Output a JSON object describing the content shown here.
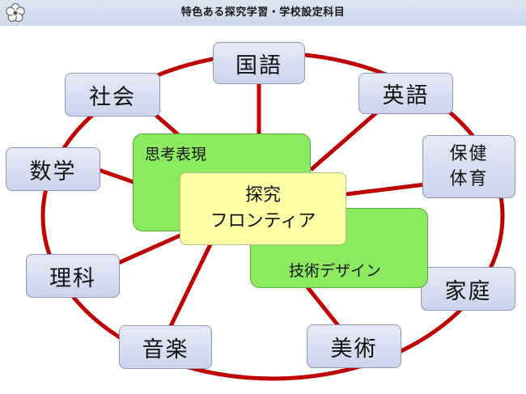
{
  "header": {
    "title": "特色ある探究学習・学校設定科目"
  },
  "colors": {
    "ring": "#c00000",
    "subject_box": "#d8ddf1",
    "skill_box": "#8cea5e",
    "core_box": "#ffffa6"
  },
  "subjects": {
    "kokugo": "国語",
    "eigo": "英語",
    "hoken_taiiku": "保健\n体育",
    "katei": "家庭",
    "bijutsu": "美術",
    "ongaku": "音楽",
    "rika": "理科",
    "sugaku": "数学",
    "shakai": "社会"
  },
  "skills": {
    "shiko_hyogen": "思考表現",
    "gijutsu_design": "技術デザイン"
  },
  "core": {
    "label": "探究\nフロンティア"
  }
}
